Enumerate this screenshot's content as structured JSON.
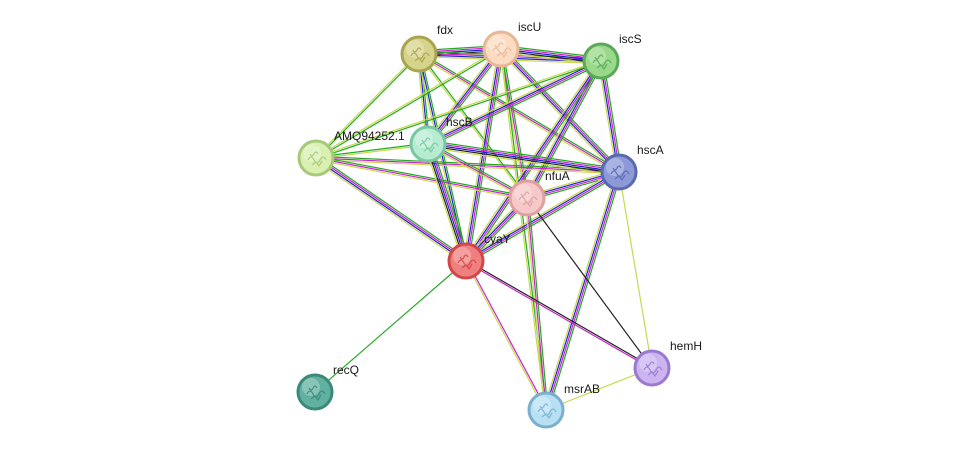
{
  "network": {
    "nodes": [
      {
        "id": "fdx",
        "label": "fdx",
        "color": "#a8a54e",
        "fill": "#d6d48c"
      },
      {
        "id": "iscU",
        "label": "iscU",
        "color": "#e8b896",
        "fill": "#fbdcc2"
      },
      {
        "id": "iscS",
        "label": "iscS",
        "color": "#5aa85a",
        "fill": "#9ad88a"
      },
      {
        "id": "AMQ94252.1",
        "label": "AMQ94252.1",
        "color": "#a8c87a",
        "fill": "#d9f0b2"
      },
      {
        "id": "hscB",
        "label": "hscB",
        "color": "#78c8a0",
        "fill": "#b8ecd2"
      },
      {
        "id": "hscA",
        "label": "hscA",
        "color": "#5a6ab0",
        "fill": "#8e9ad8"
      },
      {
        "id": "nfuA",
        "label": "nfuA",
        "color": "#e0a0a0",
        "fill": "#f6c8c8"
      },
      {
        "id": "cyaY",
        "label": "cyaY",
        "color": "#d04848",
        "fill": "#f08080"
      },
      {
        "id": "recQ",
        "label": "recQ",
        "color": "#3a8a7a",
        "fill": "#62b0a0"
      },
      {
        "id": "hemH",
        "label": "hemH",
        "color": "#9a7ad0",
        "fill": "#cbb4f0"
      },
      {
        "id": "msrAB",
        "label": "msrAB",
        "color": "#7ab0cc",
        "fill": "#b8e0f4"
      }
    ],
    "edges": [
      {
        "a": "fdx",
        "b": "iscU",
        "colors": [
          "#22aa22",
          "#cc22cc",
          "#2222cc",
          "#222222",
          "#c8d850"
        ]
      },
      {
        "a": "fdx",
        "b": "iscS",
        "colors": [
          "#22aa22",
          "#cc22cc",
          "#2222cc",
          "#c8d850"
        ]
      },
      {
        "a": "fdx",
        "b": "hscB",
        "colors": [
          "#22aa22",
          "#2222cc",
          "#c8d850"
        ]
      },
      {
        "a": "fdx",
        "b": "hscA",
        "colors": [
          "#22aa22",
          "#cc22cc",
          "#c8d850"
        ]
      },
      {
        "a": "fdx",
        "b": "nfuA",
        "colors": [
          "#22aa22",
          "#c8d850"
        ]
      },
      {
        "a": "fdx",
        "b": "cyaY",
        "colors": [
          "#22aa22",
          "#2222cc",
          "#c8d850"
        ]
      },
      {
        "a": "fdx",
        "b": "AMQ94252.1",
        "colors": [
          "#22aa22",
          "#c8d850"
        ]
      },
      {
        "a": "iscU",
        "b": "iscS",
        "colors": [
          "#22aa22",
          "#cc22cc",
          "#2222cc",
          "#222222",
          "#c8d850"
        ]
      },
      {
        "a": "iscU",
        "b": "hscB",
        "colors": [
          "#22aa22",
          "#cc22cc",
          "#2222cc",
          "#c8d850"
        ]
      },
      {
        "a": "iscU",
        "b": "hscA",
        "colors": [
          "#22aa22",
          "#cc22cc",
          "#2222cc",
          "#c8d850"
        ]
      },
      {
        "a": "iscU",
        "b": "nfuA",
        "colors": [
          "#22aa22",
          "#cc22cc",
          "#c8d850"
        ]
      },
      {
        "a": "iscU",
        "b": "cyaY",
        "colors": [
          "#22aa22",
          "#cc22cc",
          "#2222cc",
          "#c8d850"
        ]
      },
      {
        "a": "iscU",
        "b": "AMQ94252.1",
        "colors": [
          "#22aa22",
          "#c8d850"
        ]
      },
      {
        "a": "iscU",
        "b": "msrAB",
        "colors": [
          "#22aa22",
          "#c8d850"
        ]
      },
      {
        "a": "iscS",
        "b": "hscB",
        "colors": [
          "#22aa22",
          "#cc22cc",
          "#2222cc",
          "#c8d850"
        ]
      },
      {
        "a": "iscS",
        "b": "hscA",
        "colors": [
          "#22aa22",
          "#cc22cc",
          "#2222cc",
          "#c8d850"
        ]
      },
      {
        "a": "iscS",
        "b": "nfuA",
        "colors": [
          "#22aa22",
          "#cc22cc",
          "#2222cc",
          "#c8d850"
        ]
      },
      {
        "a": "iscS",
        "b": "cyaY",
        "colors": [
          "#22aa22",
          "#cc22cc",
          "#2222cc",
          "#c8d850"
        ]
      },
      {
        "a": "iscS",
        "b": "AMQ94252.1",
        "colors": [
          "#22aa22",
          "#c8d850"
        ]
      },
      {
        "a": "AMQ94252.1",
        "b": "hscB",
        "colors": [
          "#22aa22",
          "#c8d850"
        ]
      },
      {
        "a": "AMQ94252.1",
        "b": "hscA",
        "colors": [
          "#22aa22",
          "#cc22cc",
          "#c8d850"
        ]
      },
      {
        "a": "AMQ94252.1",
        "b": "nfuA",
        "colors": [
          "#22aa22",
          "#cc22cc",
          "#c8d850"
        ]
      },
      {
        "a": "AMQ94252.1",
        "b": "cyaY",
        "colors": [
          "#22aa22",
          "#cc22cc",
          "#2222cc",
          "#c8d850"
        ]
      },
      {
        "a": "hscB",
        "b": "hscA",
        "colors": [
          "#22aa22",
          "#cc22cc",
          "#2222cc",
          "#222222",
          "#c8d850"
        ]
      },
      {
        "a": "hscB",
        "b": "nfuA",
        "colors": [
          "#22aa22",
          "#cc22cc",
          "#c8d850"
        ]
      },
      {
        "a": "hscB",
        "b": "cyaY",
        "colors": [
          "#22aa22",
          "#cc22cc",
          "#2222cc",
          "#222222",
          "#c8d850"
        ]
      },
      {
        "a": "hscA",
        "b": "nfuA",
        "colors": [
          "#22aa22",
          "#cc22cc",
          "#2222cc",
          "#c8d850"
        ]
      },
      {
        "a": "hscA",
        "b": "cyaY",
        "colors": [
          "#22aa22",
          "#cc22cc",
          "#2222cc",
          "#c8d850"
        ]
      },
      {
        "a": "hscA",
        "b": "msrAB",
        "colors": [
          "#22aa22",
          "#cc22cc",
          "#2222cc",
          "#c8d850"
        ]
      },
      {
        "a": "hscA",
        "b": "hemH",
        "colors": [
          "#c8d850"
        ]
      },
      {
        "a": "nfuA",
        "b": "cyaY",
        "colors": [
          "#22aa22",
          "#cc22cc",
          "#2222cc",
          "#c8d850"
        ]
      },
      {
        "a": "nfuA",
        "b": "msrAB",
        "colors": [
          "#22aa22",
          "#cc22cc",
          "#c8d850"
        ]
      },
      {
        "a": "nfuA",
        "b": "hemH",
        "colors": [
          "#222222"
        ]
      },
      {
        "a": "cyaY",
        "b": "recQ",
        "colors": [
          "#22aa22"
        ]
      },
      {
        "a": "cyaY",
        "b": "msrAB",
        "colors": [
          "#cc22cc",
          "#c8d850"
        ]
      },
      {
        "a": "cyaY",
        "b": "hemH",
        "colors": [
          "#222222",
          "#cc22cc"
        ]
      },
      {
        "a": "msrAB",
        "b": "hemH",
        "colors": [
          "#c8d850"
        ]
      }
    ]
  }
}
